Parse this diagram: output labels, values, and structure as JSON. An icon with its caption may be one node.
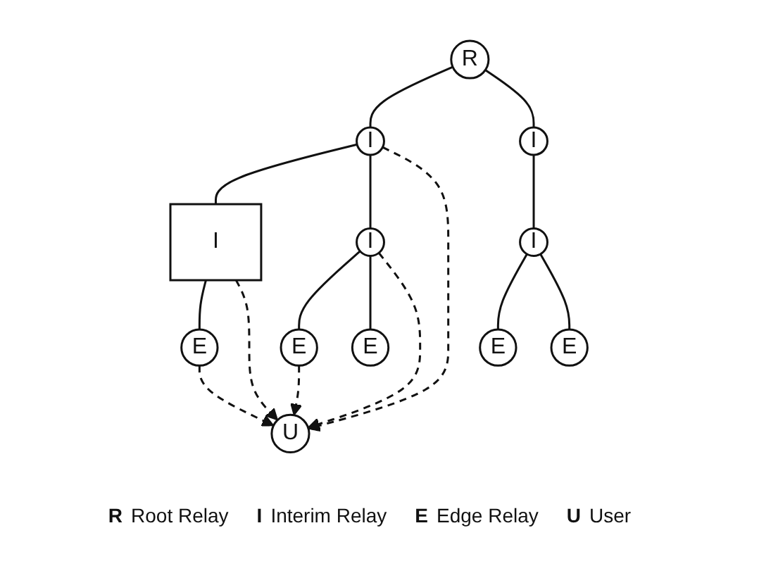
{
  "diagram": {
    "nodes": [
      {
        "text": [
          "R"
        ]
      },
      {
        "text": [
          "I"
        ]
      },
      {
        "text": [
          "I"
        ]
      },
      {
        "text": [
          "U"
        ]
      },
      {
        "text": [
          "I"
        ]
      },
      {
        "text": [
          "I"
        ]
      },
      {
        "text": [
          "I"
        ]
      },
      {
        "text": [
          "E"
        ]
      },
      {
        "text": [
          "E"
        ]
      },
      {
        "text": [
          "E"
        ]
      },
      {
        "text": [
          "E"
        ]
      },
      {
        "text": [
          "E"
        ]
      }
    ],
    "edges": [
      {
        "from": 0,
        "to": 1,
        "arrow": "none"
      },
      {
        "from": 0,
        "to": 2,
        "arrow": "none"
      },
      {
        "from": 1,
        "to": 4,
        "arrow": "none"
      },
      {
        "from": 1,
        "to": 5,
        "arrow": "none"
      },
      {
        "from": 2,
        "to": 6,
        "arrow": "none"
      },
      {
        "from": 4,
        "to": 7,
        "arrow": "none"
      },
      {
        "from": 5,
        "to": 8,
        "arrow": "none"
      },
      {
        "from": 5,
        "to": 9,
        "arrow": "none"
      },
      {
        "from": 6,
        "to": 10,
        "arrow": "none"
      },
      {
        "from": 6,
        "to": 11,
        "arrow": "none"
      },
      {
        "from": 1,
        "to": 3,
        "arrow": "to",
        "style": "dashed"
      },
      {
        "from": 5,
        "to": 3,
        "arrow": "to",
        "style": "dashed"
      },
      {
        "from": 4,
        "to": 3,
        "arrow": "to",
        "style": "dashed"
      },
      {
        "from": 7,
        "to": 3,
        "arrow": "to",
        "style": "dashed"
      },
      {
        "from": 8,
        "to": 3,
        "arrow": "to",
        "style": "dashed"
      }
    ],
    "labels": [
      "R",
      "Root Relay",
      "I",
      "Interim Relay",
      "E",
      "Edge Relay",
      "U",
      "User"
    ]
  }
}
